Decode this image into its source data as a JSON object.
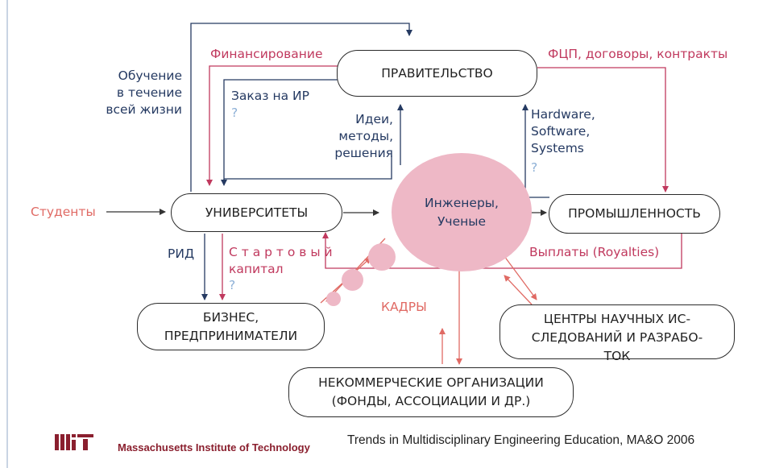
{
  "nodes": {
    "government": "ПРАВИТЕЛЬСТВО",
    "universities": "УНИВЕРСИТЕТЫ",
    "engineers": "Инженеры,\nУченые",
    "industry": "ПРОМЫШЛЕННОСТЬ",
    "business": "БИЗНЕС,\nПРЕДПРИНИМАТЕЛИ",
    "rnd_centers": "ЦЕНТРЫ НАУЧНЫХ ИС-\nСЛЕДОВАНИЙ И РАЗРАБО-\nТОК",
    "nonprofits": "НЕКОММЕРЧЕСКИЕ ОРГАНИЗАЦИИ\n(ФОНДЫ, АССОЦИАЦИИ И ДР.)"
  },
  "labels": {
    "lifelong_learning": "Обучение\nв течение\nвсей жизни",
    "funding": "Финансирование",
    "fcp_contracts": "ФЦП, договоры, контракты",
    "rnd_order": "Заказ на ИР",
    "ideas": "Идеи,\nметоды,\nрешения",
    "hw_sw": "Hardware,\nSoftware,\nSystems",
    "students": "Студенты",
    "rid": "РИД",
    "seed_capital_1": "С т а р т о в ы й",
    "seed_capital_2": "капитал",
    "royalties": "Выплаты (Royalties)",
    "personnel": "КАДРЫ",
    "question_mark": "?"
  },
  "footer": {
    "institution": "Massachusetts Institute of Technology",
    "citation": "Trends in Multidisciplinary Engineering Education, MA&O 2006"
  },
  "colors": {
    "navy": "#253a62",
    "crimson": "#c0395e",
    "coral": "#e06a64",
    "pink": "#eeb8c6",
    "question": "#8db0d6",
    "mit_red": "#8a1f2e"
  }
}
